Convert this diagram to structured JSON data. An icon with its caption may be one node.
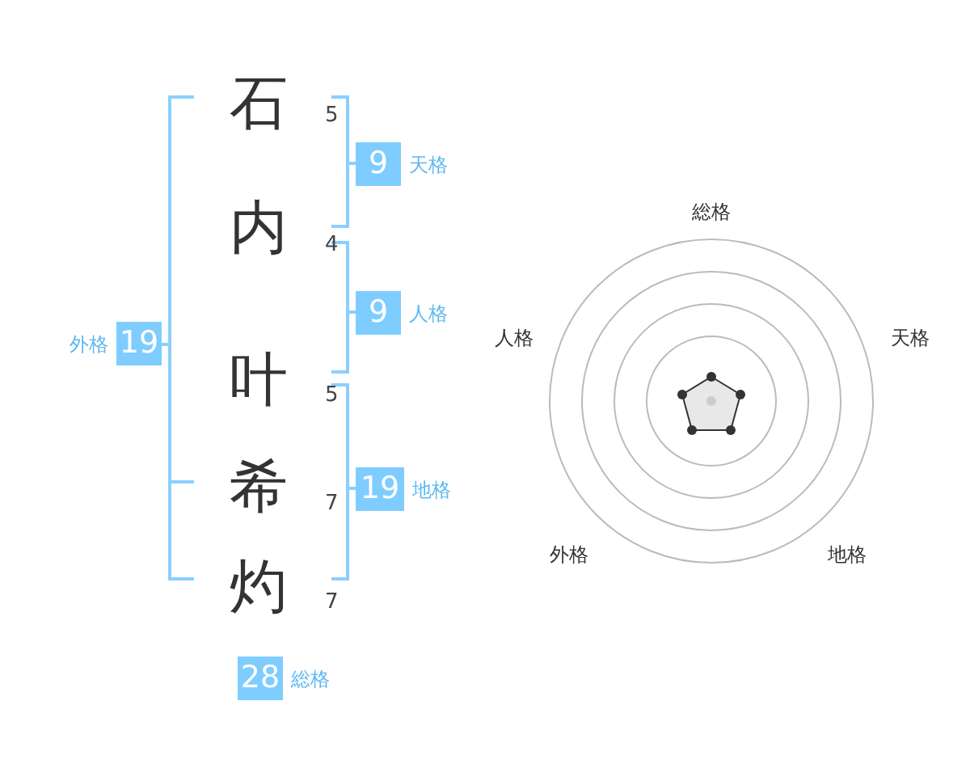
{
  "diagram": {
    "nodes": [
      {
        "text": [
          "9"
        ],
        "beside": [
          "天格"
        ]
      },
      {
        "text": [
          "9"
        ],
        "beside": [
          "人格"
        ]
      },
      {
        "text": [
          "19"
        ],
        "beside": [
          "地格"
        ]
      },
      {
        "text": [
          "19"
        ],
        "beside": [
          "外格"
        ]
      },
      {
        "text": [
          "28"
        ],
        "beside": [
          "総格"
        ]
      }
    ],
    "labels": [
      "石",
      "5",
      "内",
      "4",
      "叶",
      "5",
      "希",
      "7",
      "灼",
      "7",
      "総格",
      "人格",
      "天格",
      "外格",
      "地格"
    ]
  }
}
